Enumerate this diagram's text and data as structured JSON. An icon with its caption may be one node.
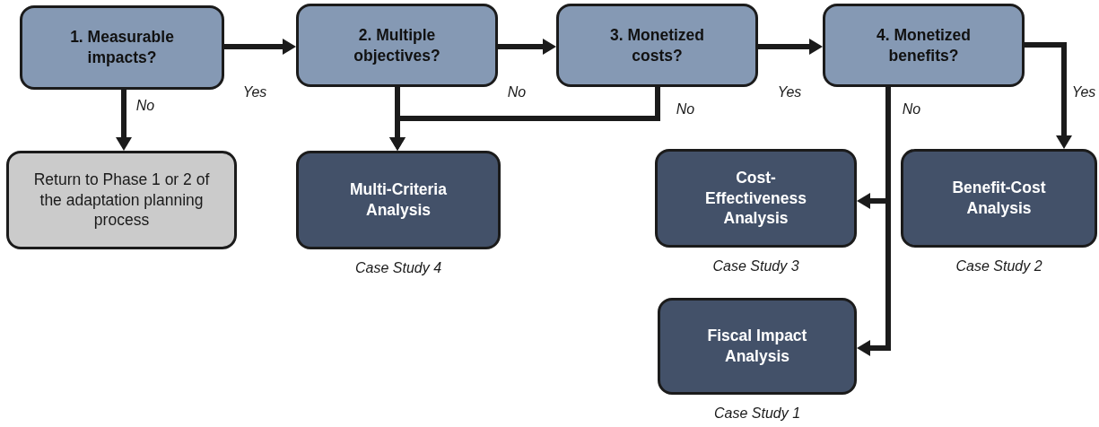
{
  "diagram": {
    "nodes": [
      {
        "text": [
          "1. Measurable impacts?"
        ]
      },
      {
        "text": [
          "2. Multiple objectives?"
        ]
      },
      {
        "text": [
          "3. Monetized costs?"
        ]
      },
      {
        "text": [
          "4. Monetized benefits?"
        ]
      },
      {
        "text": [
          "Return to Phase 1 or 2 of the adaptation planning process"
        ]
      },
      {
        "text": [
          "Multi-Criteria Analysis"
        ],
        "beside": [
          "Case Study 4"
        ]
      },
      {
        "text": [
          "Cost-Effectiveness Analysis"
        ],
        "beside": [
          "Case Study 3"
        ]
      },
      {
        "text": [
          "Benefit-Cost Analysis"
        ],
        "beside": [
          "Case Study 2"
        ]
      },
      {
        "text": [
          "Fiscal Impact Analysis"
        ],
        "beside": [
          "Case Study 1"
        ]
      }
    ],
    "edges": [
      {
        "from": 0,
        "to": 1,
        "arrow": "to",
        "label": "Yes"
      },
      {
        "from": 0,
        "to": 4,
        "arrow": "to",
        "label": "No"
      },
      {
        "from": 1,
        "to": 2,
        "arrow": "to",
        "label": "No"
      },
      {
        "from": 1,
        "to": 5,
        "arrow": "to"
      },
      {
        "from": 2,
        "to": 5,
        "arrow": "to",
        "label": "No"
      },
      {
        "from": 2,
        "to": 3,
        "arrow": "to",
        "label": "Yes"
      },
      {
        "from": 3,
        "to": 7,
        "arrow": "to",
        "label": "Yes"
      },
      {
        "from": 3,
        "to": 6,
        "arrow": "to",
        "label": "No"
      },
      {
        "from": 3,
        "to": 8,
        "arrow": "to"
      }
    ]
  }
}
